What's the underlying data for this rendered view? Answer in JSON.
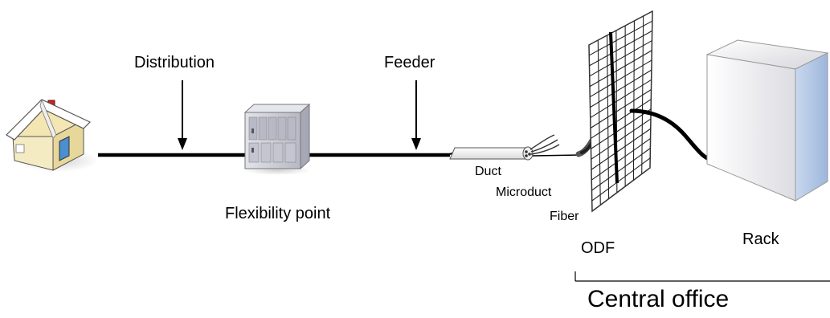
{
  "labels": {
    "distribution": "Distribution",
    "feeder": "Feeder",
    "flexibility_point": "Flexibility point",
    "duct": "Duct",
    "microduct": "Microduct",
    "fiber": "Fiber",
    "odf": "ODF",
    "rack": "Rack",
    "central_office": "Central office"
  },
  "icons": [
    "house-icon",
    "cabinet-icon",
    "duct-icon",
    "odf-frame-icon",
    "rack-icon"
  ],
  "colors": {
    "line": "#000000",
    "house_wall": "#f3e6b3",
    "house_roof": "#ffffff",
    "chimney": "#cc2222",
    "rack_front": "#f1f1f3",
    "rack_side": "#aabfdd",
    "cabinet": "#cfd0d8"
  }
}
